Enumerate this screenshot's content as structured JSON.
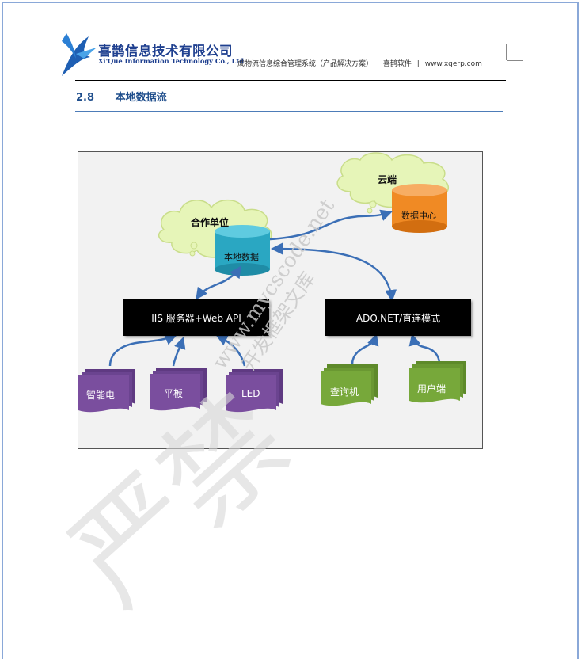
{
  "header": {
    "company_cn": "喜鹊信息技术有限公司",
    "company_en": "Xi'Que Information Technology Co., Ltd.",
    "doc_title": "成物流信息综合管理系统（产品解决方案）",
    "brand": "喜鹊软件",
    "separator": "|",
    "website": "www.xqerp.com"
  },
  "section": {
    "number": "2.8",
    "title": "本地数据流"
  },
  "diagram": {
    "cloud_partner": "合作单位",
    "cloud_remote": "云端",
    "local_db": "本地数据",
    "data_center": "数据中心",
    "iis_box": "IIS 服务器+Web API",
    "ado_box": "ADO.NET/直连模式",
    "clients_left": [
      "智能电",
      "平板",
      "LED"
    ],
    "clients_right": [
      "查询机",
      "用户端"
    ]
  },
  "colors": {
    "accent_blue": "#1f4e8c",
    "arrow": "#3b6fb6",
    "purple_doc": "#7a4e9e",
    "green_doc": "#77a83a",
    "cloud": "#e6f5b8",
    "cyl_teal": "#2aa7c2",
    "cyl_orange": "#f08a24"
  },
  "watermark": {
    "url": "www.mycscode.net",
    "cn": "开发框架文库",
    "big": "严禁"
  }
}
